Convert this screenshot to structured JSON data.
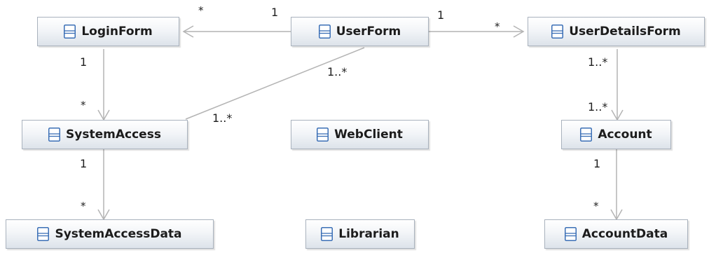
{
  "diagram": {
    "classes": {
      "login_form": "LoginForm",
      "user_form": "UserForm",
      "user_details_form": "UserDetailsForm",
      "system_access": "SystemAccess",
      "web_client": "WebClient",
      "account": "Account",
      "system_access_data": "SystemAccessData",
      "librarian": "Librarian",
      "account_data": "AccountData"
    },
    "associations": {
      "userform_loginform": {
        "source_end": "1",
        "target_end": "*"
      },
      "userform_userdetailsform": {
        "source_end": "1",
        "target_end": "*"
      },
      "loginform_systemaccess": {
        "source_end": "1",
        "target_end": "*"
      },
      "userform_systemaccess": {
        "source_end": "1..*",
        "target_end": "1..*"
      },
      "userdetailsform_account": {
        "source_end": "1..*",
        "target_end": "1..*"
      },
      "systemaccess_systemaccessdata": {
        "source_end": "1",
        "target_end": "*"
      },
      "account_accountdata": {
        "source_end": "1",
        "target_end": "*"
      }
    },
    "colors": {
      "connector": "#b4b4b4",
      "class_border": "#a9b2bd",
      "icon": "#3b6fb6"
    }
  }
}
